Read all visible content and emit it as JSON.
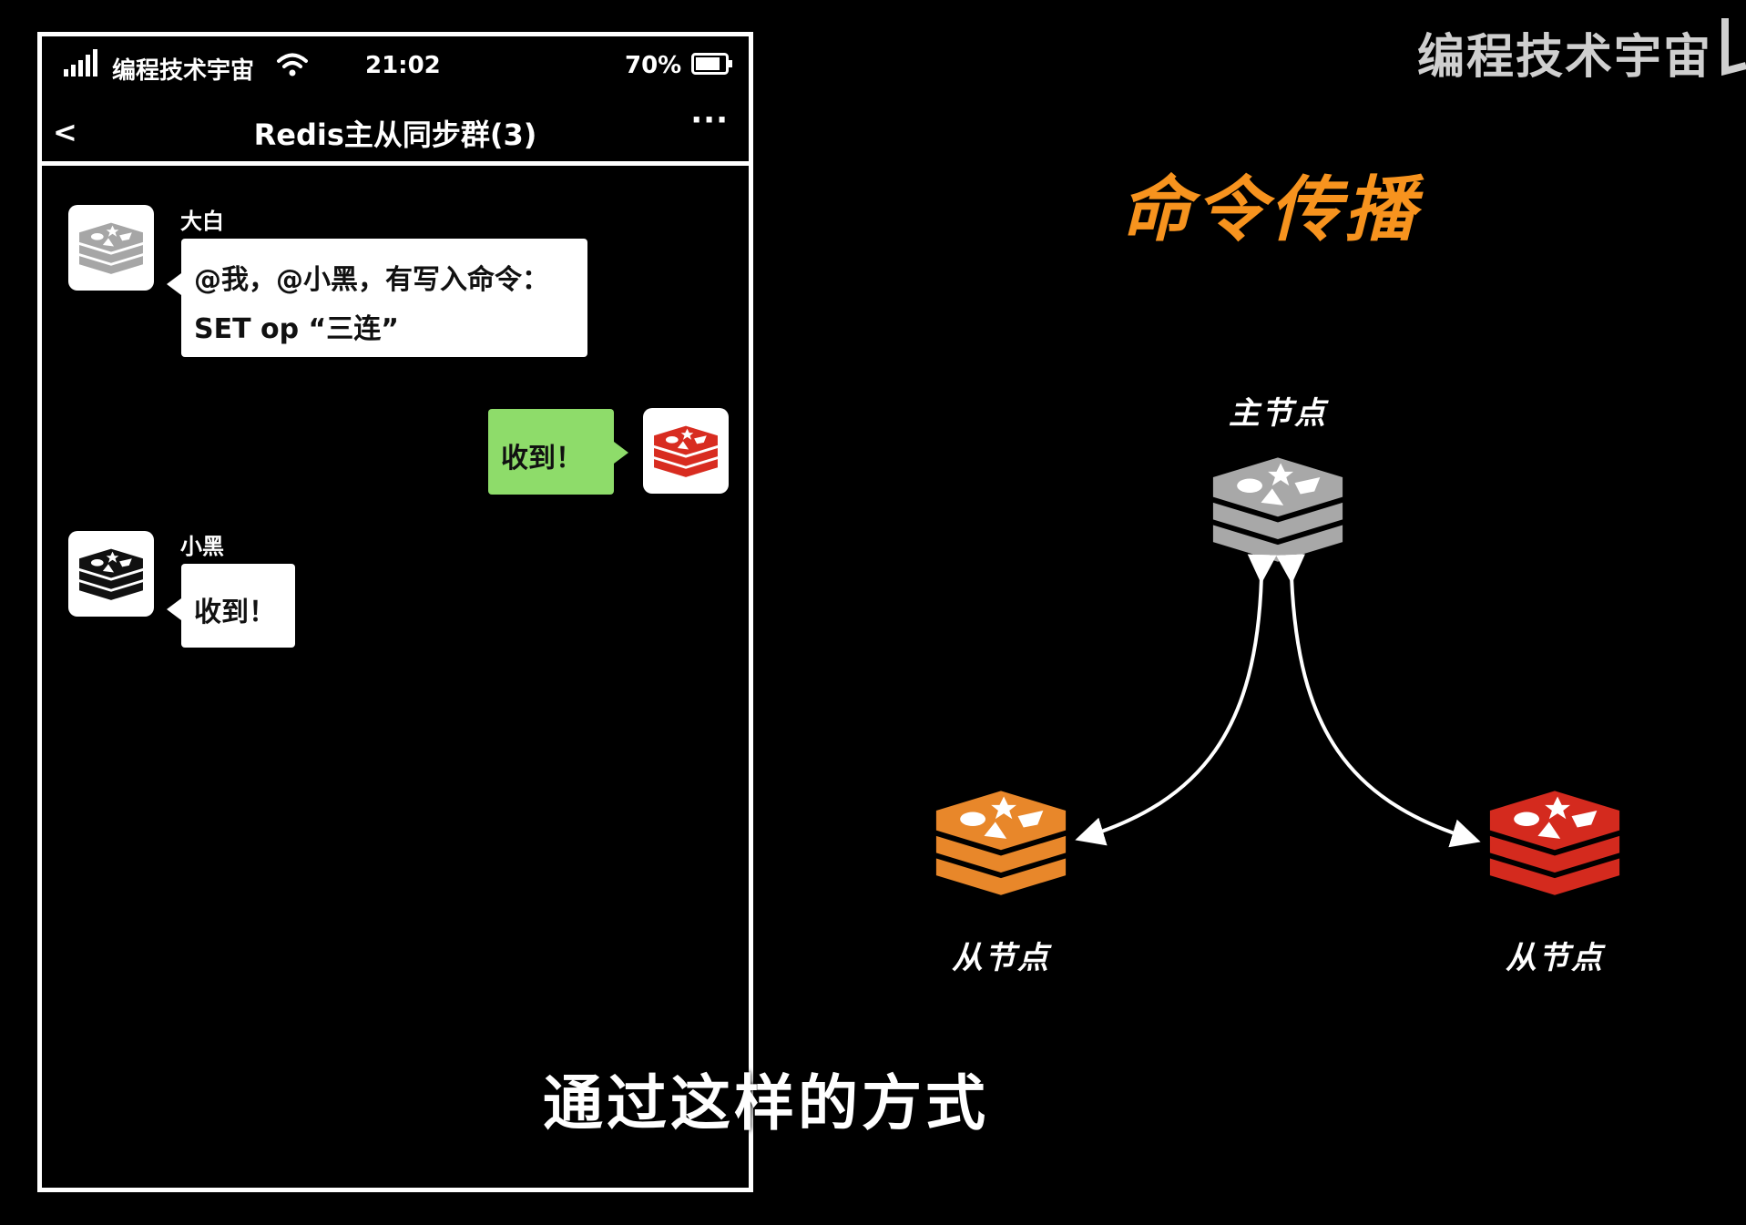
{
  "watermark": "编程技术宇宙",
  "status_bar": {
    "carrier": "编程技术宇宙",
    "time": "21:02",
    "battery": "70%"
  },
  "chat": {
    "back": "<",
    "title": "Redis主从同步群(3)",
    "more": "···",
    "messages": [
      {
        "sender": "大白",
        "lines": [
          "@我，@小黑，有写入命令：",
          "SET op “三连”"
        ],
        "avatar_color": "#a6a6a6",
        "side": "left"
      },
      {
        "sender": "",
        "lines": [
          "收到！"
        ],
        "avatar_color": "#d82c20",
        "side": "right"
      },
      {
        "sender": "小黑",
        "lines": [
          "收到！"
        ],
        "avatar_color": "#111111",
        "side": "left"
      }
    ]
  },
  "diagram": {
    "title": "命令传播",
    "master_label": "主节点",
    "slave_left_label": "从节点",
    "slave_right_label": "从节点",
    "colors": {
      "master": "#a8a8a8",
      "slave_left": "#e8872a",
      "slave_right": "#d42a1e",
      "title": "#f7931e"
    }
  },
  "subtitle": "通过这样的方式"
}
